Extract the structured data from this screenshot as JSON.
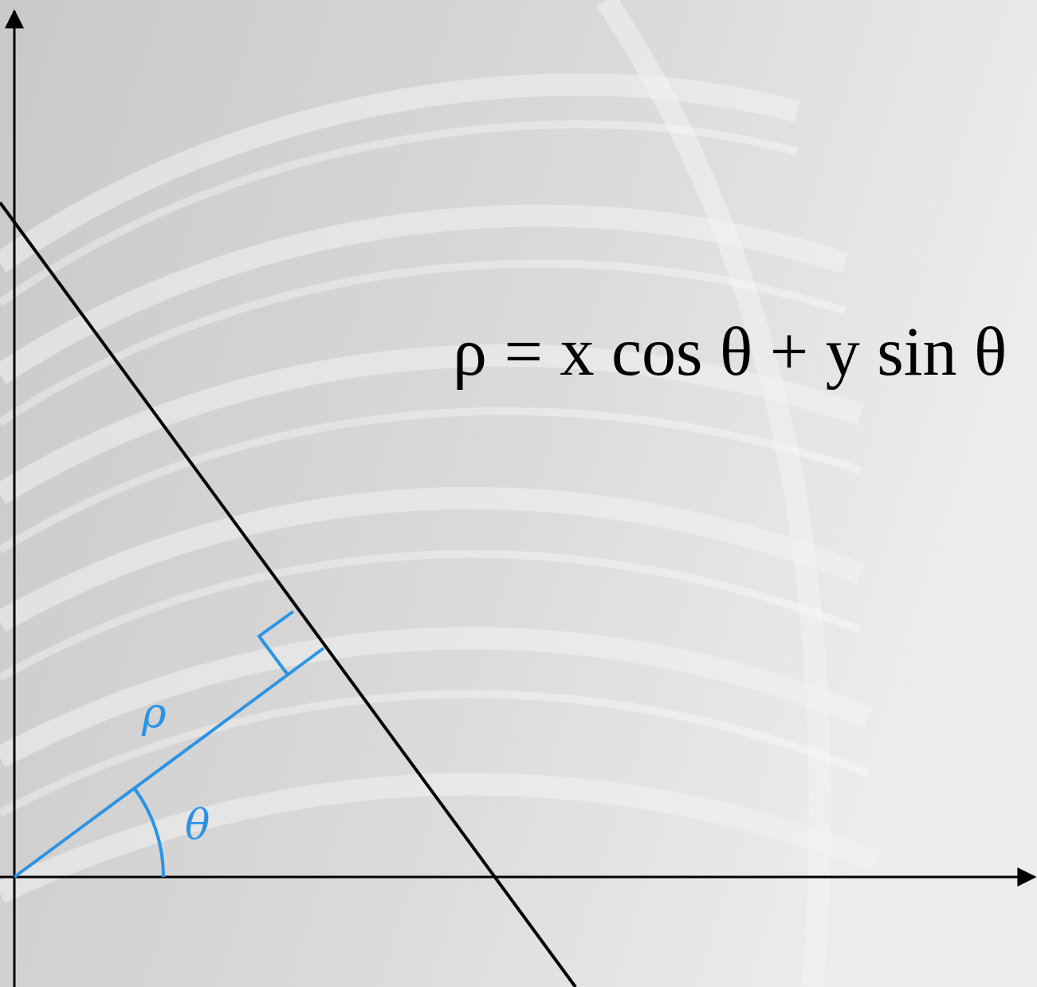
{
  "diagram": {
    "labels": [
      "ρ",
      "θ",
      "ρ = x cos θ + y sin θ"
    ]
  }
}
